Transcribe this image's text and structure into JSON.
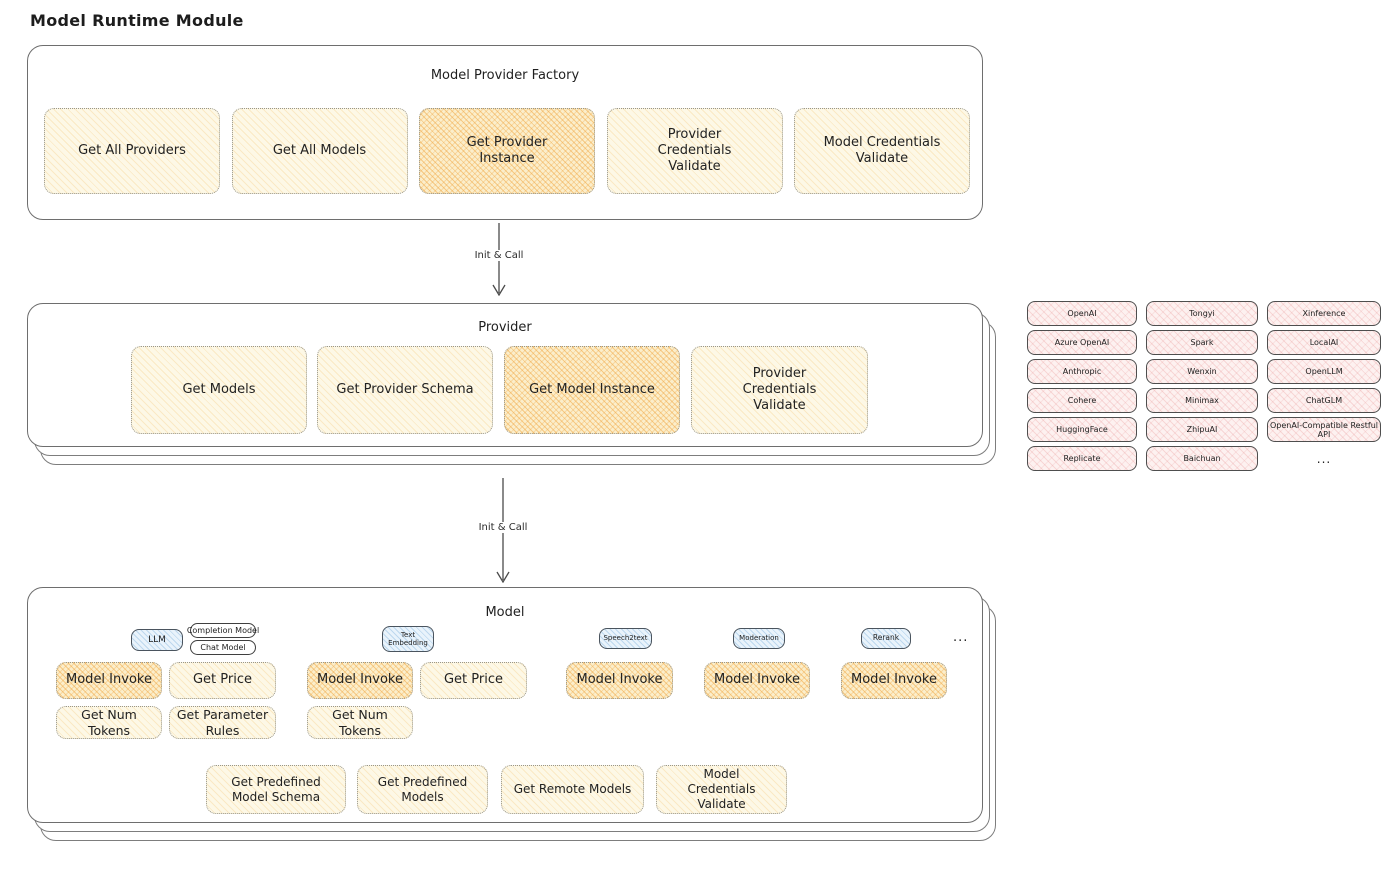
{
  "title": "Model Runtime Module",
  "arrow1": {
    "label": "Init & Call"
  },
  "arrow2": {
    "label": "Init & Call"
  },
  "colors": {
    "button_fill": "#fdf8e6",
    "button_highlight_hatch": "#f0a33c",
    "provider_chip_fill": "#fdf1f0",
    "type_pill_fill": "#e9f3fb",
    "border_dark": "#4e4e4e"
  },
  "factory": {
    "title": "Model Provider Factory",
    "buttons": [
      {
        "label": "Get All Providers",
        "highlighted": false
      },
      {
        "label": "Get All Models",
        "highlighted": false
      },
      {
        "label": "Get Provider Instance",
        "highlighted": true
      },
      {
        "label": "Provider Credentials Validate",
        "highlighted": false
      },
      {
        "label": "Model Credentials Validate",
        "highlighted": false
      }
    ]
  },
  "provider": {
    "title": "Provider",
    "buttons": [
      {
        "label": "Get Models",
        "highlighted": false
      },
      {
        "label": "Get Provider Schema",
        "highlighted": false
      },
      {
        "label": "Get Model Instance",
        "highlighted": true
      },
      {
        "label": "Provider Credentials Validate",
        "highlighted": false
      }
    ]
  },
  "providers": {
    "items": [
      "OpenAI",
      "Tongyi",
      "Xinference",
      "Azure OpenAI",
      "Spark",
      "LocalAI",
      "Anthropic",
      "Wenxin",
      "OpenLLM",
      "Cohere",
      "Minimax",
      "ChatGLM",
      "HuggingFace",
      "ZhipuAI",
      "OpenAI-Compatible Restful API",
      "Replicate",
      "Baichuan",
      "..."
    ]
  },
  "model": {
    "title": "Model",
    "tabs": {
      "llm": "LLM",
      "completion_model": "Completion Model",
      "chat_model": "Chat Model",
      "text_embedding": "Text Embedding",
      "speech2text": "Speech2text",
      "moderation": "Moderation",
      "rerank": "Rerank",
      "more": "..."
    },
    "buttons": {
      "llm_model_invoke": "Model Invoke",
      "llm_get_price": "Get Price",
      "llm_get_num_tokens": "Get Num Tokens",
      "llm_get_parameter_rules": "Get Parameter Rules",
      "te_model_invoke": "Model Invoke",
      "te_get_price": "Get Price",
      "te_get_num_tokens": "Get Num Tokens",
      "s2t_model_invoke": "Model Invoke",
      "moderation_model_invoke": "Model Invoke",
      "rerank_model_invoke": "Model Invoke",
      "get_predefined_model_schema": "Get Predefined Model Schema",
      "get_predefined_models": "Get Predefined Models",
      "get_remote_models": "Get Remote Models",
      "model_credentials_validate": "Model Credentials Validate"
    }
  }
}
